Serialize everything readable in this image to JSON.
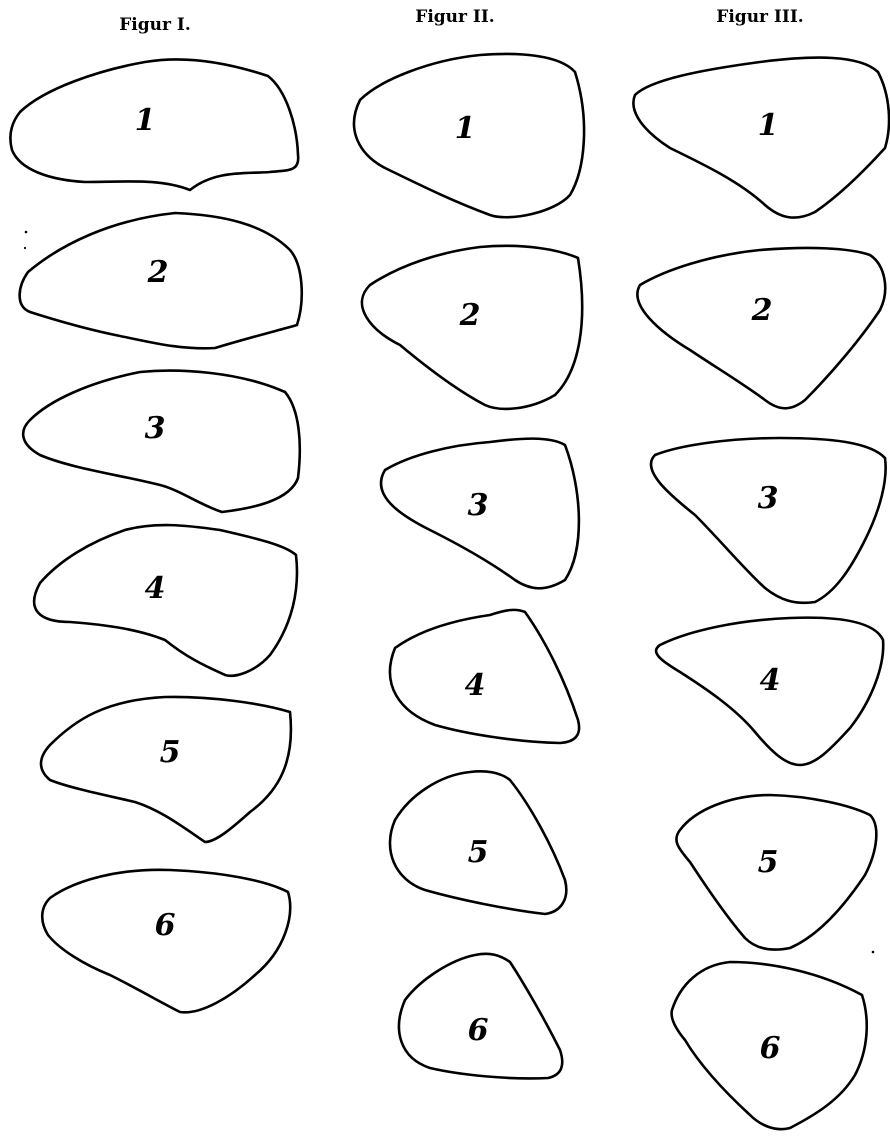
{
  "figures": [
    {
      "title": "Figur I.",
      "shapes": [
        {
          "label": "1"
        },
        {
          "label": "2"
        },
        {
          "label": "3"
        },
        {
          "label": "4"
        },
        {
          "label": "5"
        },
        {
          "label": "6"
        }
      ]
    },
    {
      "title": "Figur II.",
      "shapes": [
        {
          "label": "1"
        },
        {
          "label": "2"
        },
        {
          "label": "3"
        },
        {
          "label": "4"
        },
        {
          "label": "5"
        },
        {
          "label": "6"
        }
      ]
    },
    {
      "title": "Figur III.",
      "shapes": [
        {
          "label": "1"
        },
        {
          "label": "2"
        },
        {
          "label": "3"
        },
        {
          "label": "4"
        },
        {
          "label": "5"
        },
        {
          "label": "6"
        }
      ]
    }
  ]
}
